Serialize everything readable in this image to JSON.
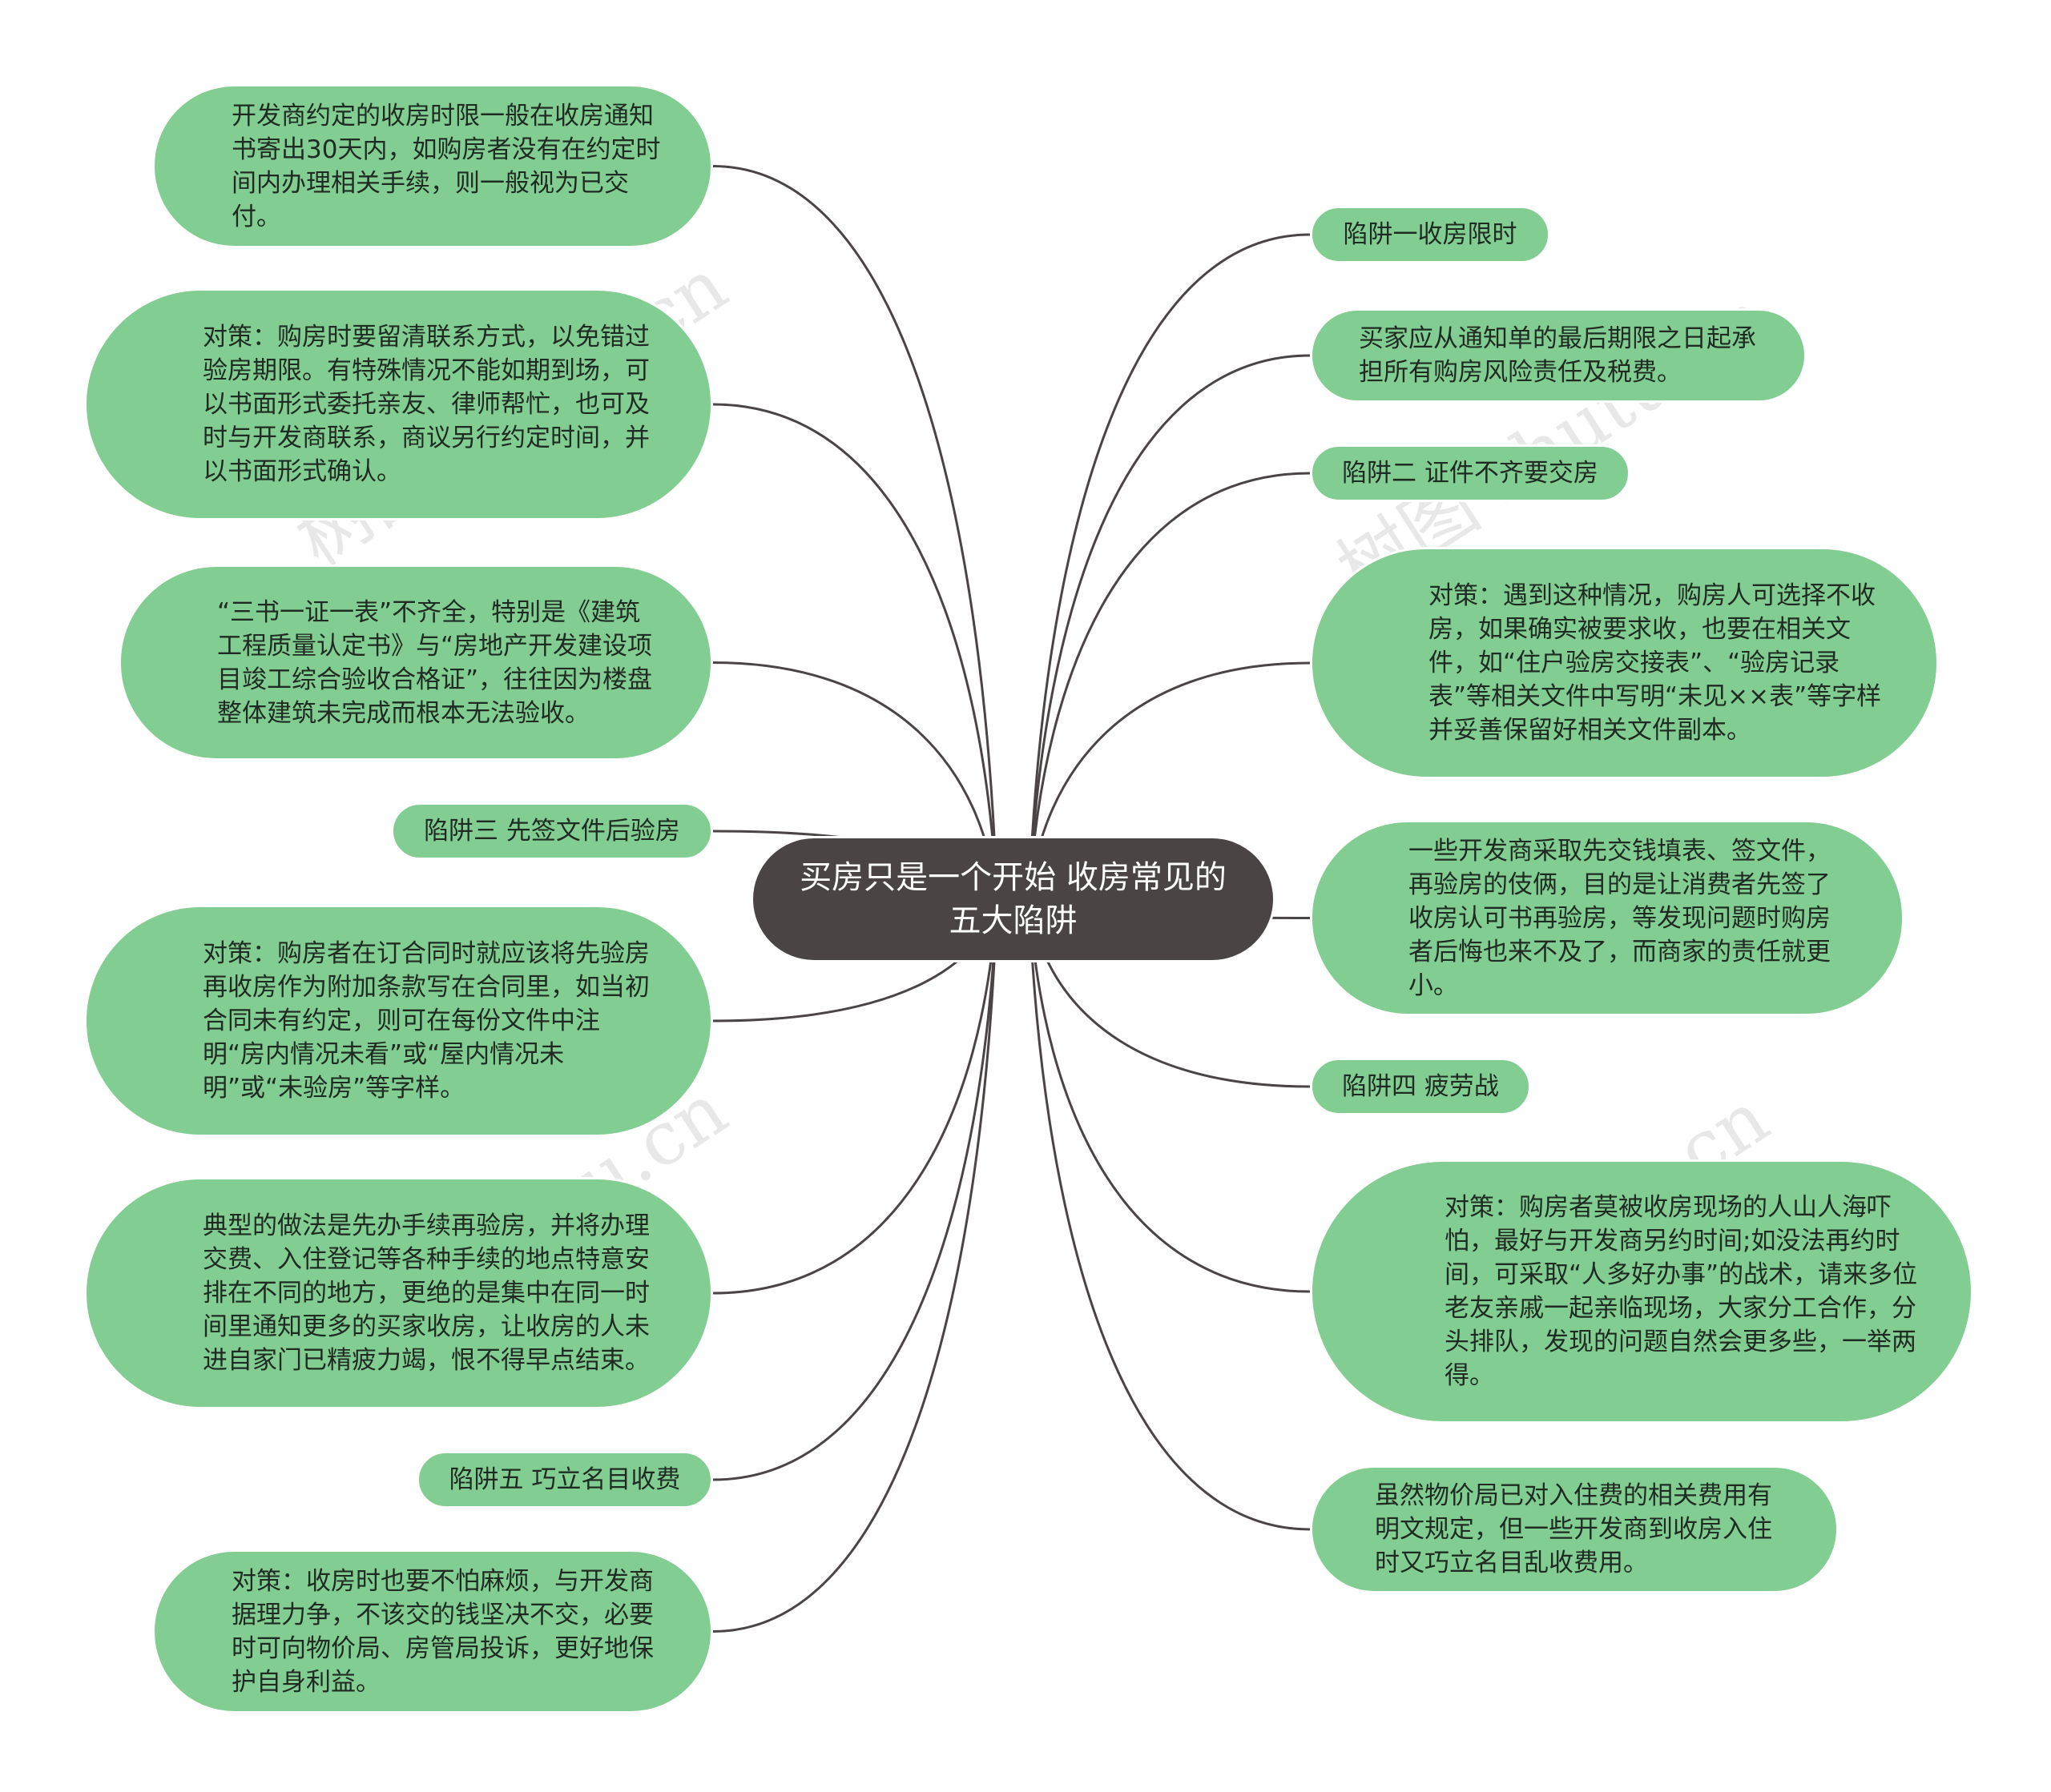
{
  "colors": {
    "node_fill": "#82cd91",
    "root_fill": "#4a4444",
    "link": "#4a4444"
  },
  "central_topic": "买房只是一个开始 收房常见的五大陷阱",
  "left_nodes": [
    "开发商约定的收房时限一般在收房通知书寄出30天内，如购房者没有在约定时间内办理相关手续，则一般视为已交付。",
    "对策：购房时要留清联系方式，以免错过验房期限。有特殊情况不能如期到场，可以书面形式委托亲友、律师帮忙，也可及时与开发商联系，商议另行约定时间，并以书面形式确认。",
    "“三书一证一表”不齐全，特别是《建筑工程质量认定书》与“房地产开发建设项目竣工综合验收合格证”，往往因为楼盘整体建筑未完成而根本无法验收。",
    "陷阱三 先签文件后验房",
    "对策：购房者在订合同时就应该将先验房再收房作为附加条款写在合同里，如当初合同未有约定，则可在每份文件中注明“房内情况未看”或“屋内情况未明”或“未验房”等字样。",
    "典型的做法是先办手续再验房，并将办理交费、入住登记等各种手续的地点特意安排在不同的地方，更绝的是集中在同一时间里通知更多的买家收房，让收房的人未进自家门已精疲力竭，恨不得早点结束。",
    "陷阱五 巧立名目收费",
    "对策：收房时也要不怕麻烦，与开发商据理力争，不该交的钱坚决不交，必要时可向物价局、房管局投诉，更好地保护自身利益。"
  ],
  "right_nodes": [
    "陷阱一收房限时",
    "买家应从通知单的最后期限之日起承担所有购房风险责任及税费。",
    "陷阱二 证件不齐要交房",
    "对策：遇到这种情况，购房人可选择不收房，如果确实被要求收，也要在相关文件，如“住户验房交接表”、“验房记录表”等相关文件中写明“未见××表”等字样并妥善保留好相关文件副本。",
    "一些开发商采取先交钱填表、签文件，再验房的伎俩，目的是让消费者先签了收房认可书再验房，等发现问题时购房者后悔也来不及了，而商家的责任就更小。",
    "陷阱四 疲劳战",
    "对策：购房者莫被收房现场的人山人海吓怕，最好与开发商另约时间;如没法再约时间，可采取“人多好办事”的战术，请来多位老友亲戚一起亲临现场，大家分工合作，分头排队，发现的问题自然会更多些，一举两得。",
    "虽然物价局已对入住费的相关费用有明文规定，但一些开发商到收房入住时又巧立名目乱收费用。"
  ],
  "watermark": "树图 shutu.cn"
}
